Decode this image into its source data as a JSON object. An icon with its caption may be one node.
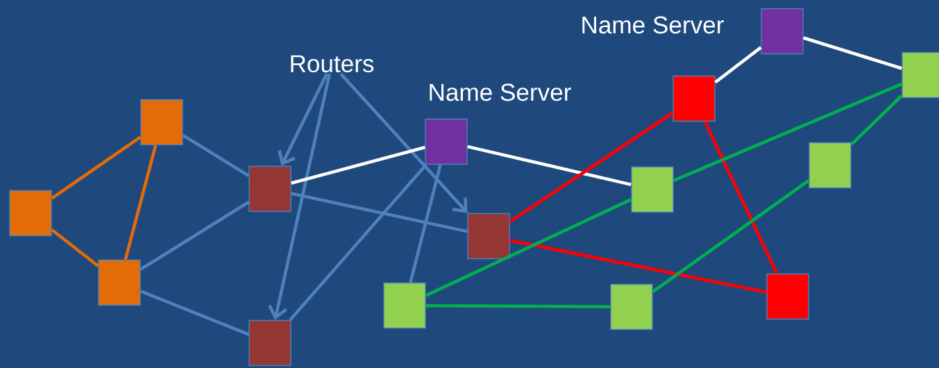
{
  "diagram": {
    "nodes": [
      {
        "text": [
          "Routers"
        ]
      },
      {
        "text": [],
        "shape": "box"
      },
      {
        "text": [],
        "shape": "box"
      },
      {
        "text": [],
        "shape": "box"
      },
      {
        "text": [],
        "shape": "box"
      },
      {
        "text": [],
        "shape": "box"
      },
      {
        "text": [],
        "shape": "box"
      },
      {
        "text": [],
        "shape": "box",
        "beside": [
          "Name Server"
        ]
      },
      {
        "text": [],
        "shape": "box",
        "beside": [
          "Name Server"
        ]
      },
      {
        "text": [],
        "shape": "box"
      },
      {
        "text": [],
        "shape": "box"
      },
      {
        "text": [],
        "shape": "box"
      },
      {
        "text": [],
        "shape": "box"
      },
      {
        "text": [],
        "shape": "box"
      },
      {
        "text": [],
        "shape": "box"
      },
      {
        "text": [],
        "shape": "box"
      }
    ],
    "edges": [
      {
        "from": 0,
        "to": 4,
        "arrow": "to"
      },
      {
        "from": 0,
        "to": 6,
        "arrow": "to"
      },
      {
        "from": 0,
        "to": 5,
        "arrow": "to"
      },
      {
        "from": 1,
        "to": 2,
        "arrow": "none",
        "color": "#e36c09"
      },
      {
        "from": 1,
        "to": 3,
        "arrow": "none",
        "color": "#e36c09"
      },
      {
        "from": 2,
        "to": 3,
        "arrow": "none",
        "color": "#e36c09"
      },
      {
        "from": 1,
        "to": 4,
        "arrow": "none"
      },
      {
        "from": 3,
        "to": 4,
        "arrow": "none"
      },
      {
        "from": 3,
        "to": 6,
        "arrow": "none"
      },
      {
        "from": 4,
        "to": 5,
        "arrow": "none"
      },
      {
        "from": 7,
        "to": 6,
        "arrow": "none"
      },
      {
        "from": 7,
        "to": 14,
        "arrow": "none"
      },
      {
        "from": 4,
        "to": 7,
        "arrow": "none",
        "color": "#ffffff"
      },
      {
        "from": 7,
        "to": 11,
        "arrow": "none",
        "color": "#ffffff"
      },
      {
        "from": 9,
        "to": 8,
        "arrow": "none",
        "color": "#ffffff"
      },
      {
        "from": 8,
        "to": 12,
        "arrow": "none",
        "color": "#ffffff"
      },
      {
        "from": 5,
        "to": 9,
        "arrow": "none",
        "color": "#ff0000"
      },
      {
        "from": 5,
        "to": 10,
        "arrow": "none",
        "color": "#ff0000"
      },
      {
        "from": 9,
        "to": 10,
        "arrow": "none",
        "color": "#ff0000"
      },
      {
        "from": 11,
        "to": 12,
        "arrow": "none",
        "color": "#00b050"
      },
      {
        "from": 11,
        "to": 14,
        "arrow": "none",
        "color": "#00b050"
      },
      {
        "from": 14,
        "to": 15,
        "arrow": "none",
        "color": "#00b050"
      },
      {
        "from": 15,
        "to": 13,
        "arrow": "none",
        "color": "#00b050"
      },
      {
        "from": 13,
        "to": 12,
        "arrow": "none",
        "color": "#00b050"
      }
    ]
  }
}
